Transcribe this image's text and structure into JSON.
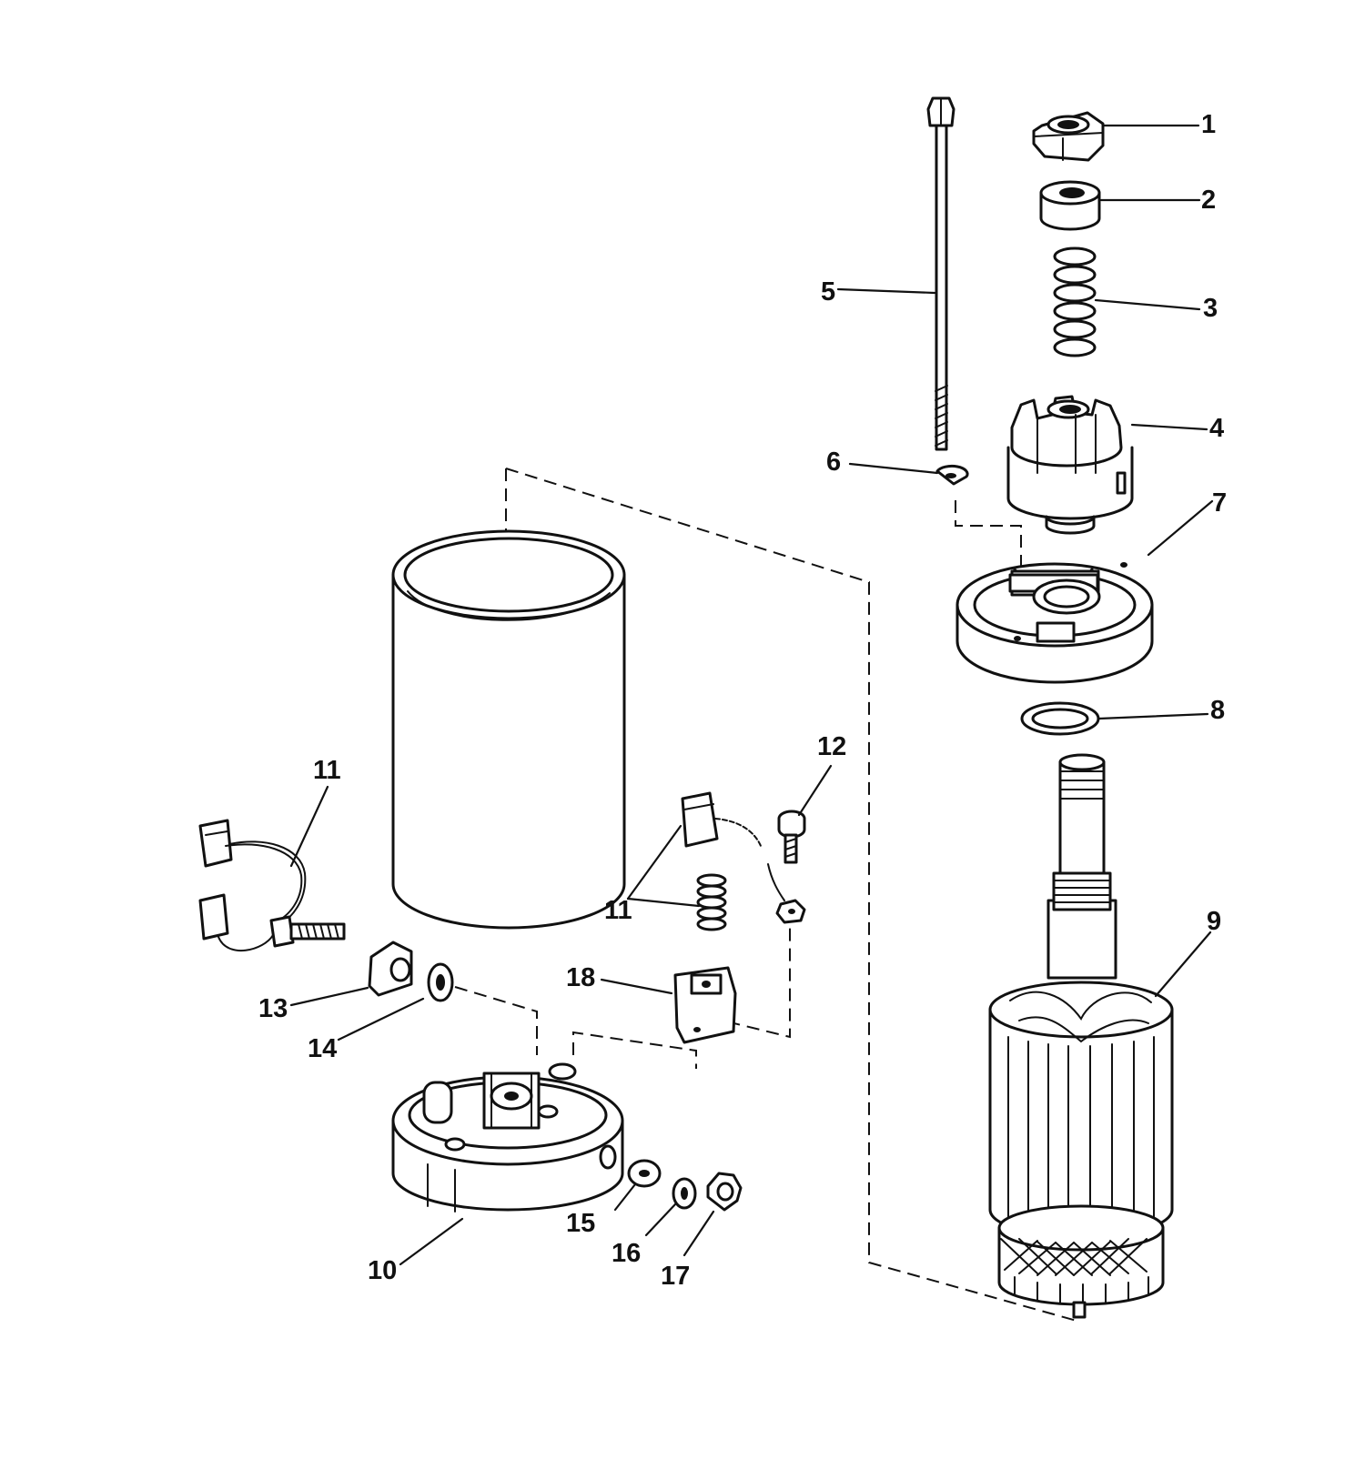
{
  "diagram": {
    "parts": [
      {
        "id": "p1",
        "number": "1"
      },
      {
        "id": "p2",
        "number": "2"
      },
      {
        "id": "p3",
        "number": "3"
      },
      {
        "id": "p4",
        "number": "4"
      },
      {
        "id": "p5",
        "number": "5"
      },
      {
        "id": "p6",
        "number": "6"
      },
      {
        "id": "p7",
        "number": "7"
      },
      {
        "id": "p8",
        "number": "8"
      },
      {
        "id": "p9",
        "number": "9"
      },
      {
        "id": "p10",
        "number": "10"
      },
      {
        "id": "p11a",
        "number": "11"
      },
      {
        "id": "p11b",
        "number": "11"
      },
      {
        "id": "p12",
        "number": "12"
      },
      {
        "id": "p13",
        "number": "13"
      },
      {
        "id": "p14",
        "number": "14"
      },
      {
        "id": "p15",
        "number": "15"
      },
      {
        "id": "p16",
        "number": "16"
      },
      {
        "id": "p17",
        "number": "17"
      },
      {
        "id": "p18",
        "number": "18"
      }
    ]
  }
}
